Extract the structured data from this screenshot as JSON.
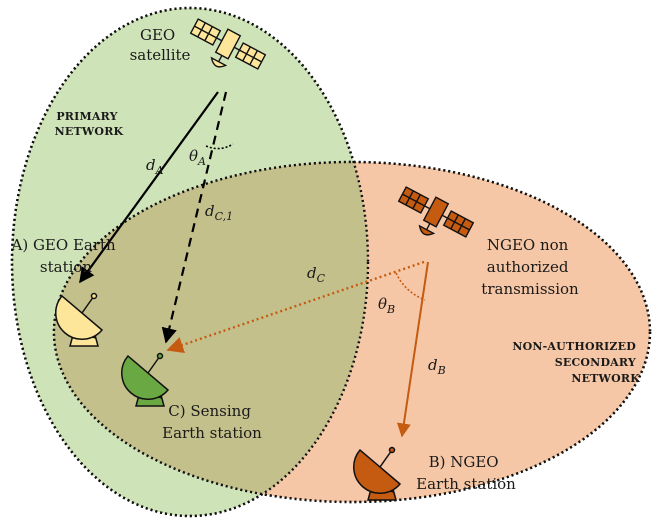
{
  "colors": {
    "primary_fill": "#cfe3b9",
    "secondary_fill": "#f5c7a6",
    "overlap_fill": "#c4c08c",
    "geo_station": "#fde59a",
    "sensing_station": "#6aa843",
    "ngeo": "#c55a11",
    "geo_satellite": "#fde59a"
  },
  "labels": {
    "geo_satellite": [
      "GEO",
      "satellite"
    ],
    "primary_network": [
      "PRIMARY",
      "NETWORK"
    ],
    "ngeo_transmission": [
      "NGEO non",
      "authorized",
      "transmission"
    ],
    "secondary_network": [
      "NON-AUTHORIZED",
      "SECONDARY",
      "NETWORK"
    ],
    "geo_earth_station": [
      "A) GEO Earth",
      "station"
    ],
    "sensing_station": [
      "C) Sensing",
      "Earth station"
    ],
    "ngeo_earth_station": [
      "B) NGEO",
      "Earth station"
    ]
  },
  "math": {
    "d_A": {
      "base": "d",
      "sub": "A"
    },
    "theta_A": {
      "base": "θ",
      "sub": "A"
    },
    "d_C1": {
      "base": "d",
      "sub": "C,1"
    },
    "d_C": {
      "base": "d",
      "sub": "C"
    },
    "theta_B": {
      "base": "θ",
      "sub": "B"
    },
    "d_B": {
      "base": "d",
      "sub": "B"
    }
  },
  "icons": {
    "satellite": "satellite-icon",
    "dish": "dish-antenna-icon"
  }
}
